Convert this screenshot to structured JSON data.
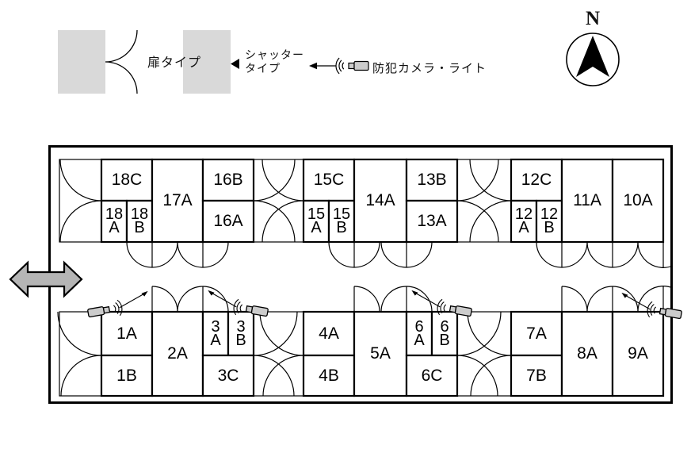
{
  "legend": {
    "door_label": "扉タイプ",
    "shutter_label_line1": "シャッター",
    "shutter_label_line2": "タイプ",
    "camera_label": "防犯カメラ・ライト"
  },
  "compass": {
    "label": "N"
  },
  "colors": {
    "line": "#000000",
    "legend_swatch_gray": "#d9d9d9",
    "entrance_arrow_gray": "#b5b5b5",
    "camera_gray": "#cccccc"
  },
  "icons": {
    "door_type": "double-door-swing-arc-icon",
    "shutter_type": "left-triangle-icon",
    "camera": "security-camera-with-waves-icon",
    "compass": "north-arrow-icon",
    "entrance": "double-headed-arrow-icon"
  },
  "units": {
    "18C": {
      "label": "18C"
    },
    "18A": {
      "line1": "18",
      "line2": "A"
    },
    "18B": {
      "line1": "18",
      "line2": "B"
    },
    "17A": {
      "label": "17A"
    },
    "16B": {
      "label": "16B"
    },
    "16A": {
      "label": "16A"
    },
    "15C": {
      "label": "15C"
    },
    "15A": {
      "line1": "15",
      "line2": "A"
    },
    "15B": {
      "line1": "15",
      "line2": "B"
    },
    "14A": {
      "label": "14A"
    },
    "13B": {
      "label": "13B"
    },
    "13A": {
      "label": "13A"
    },
    "12C": {
      "label": "12C"
    },
    "12A": {
      "line1": "12",
      "line2": "A"
    },
    "12B": {
      "line1": "12",
      "line2": "B"
    },
    "11A": {
      "label": "11A"
    },
    "10A": {
      "label": "10A"
    },
    "1A": {
      "label": "1A"
    },
    "1B": {
      "label": "1B"
    },
    "2A": {
      "label": "2A"
    },
    "3A": {
      "line1": "3",
      "line2": "A"
    },
    "3B": {
      "line1": "3",
      "line2": "B"
    },
    "3C": {
      "label": "3C"
    },
    "4A": {
      "label": "4A"
    },
    "4B": {
      "label": "4B"
    },
    "5A": {
      "label": "5A"
    },
    "6A": {
      "line1": "6",
      "line2": "A"
    },
    "6B": {
      "line1": "6",
      "line2": "B"
    },
    "6C": {
      "label": "6C"
    },
    "7A": {
      "label": "7A"
    },
    "7B": {
      "label": "7B"
    },
    "8A": {
      "label": "8A"
    },
    "9A": {
      "label": "9A"
    }
  }
}
